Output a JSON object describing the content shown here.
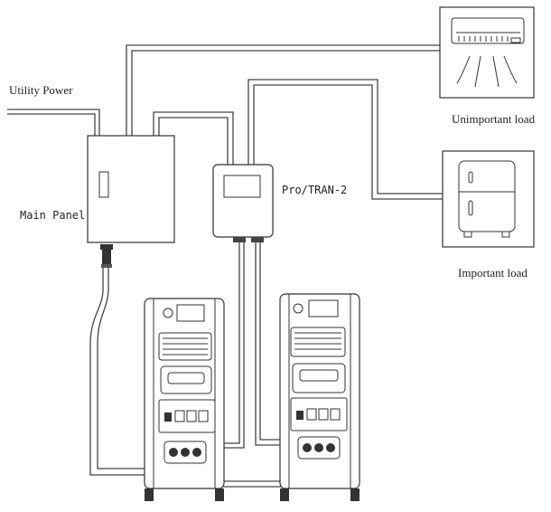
{
  "labels": {
    "utility_power": "Utility Power",
    "main_panel": "Main Panel",
    "transfer_switch": "Pro/TRAN-2",
    "unimportant_load": "Unimportant load",
    "important_load": "Important load"
  },
  "icons": {
    "air_conditioner": "air-conditioner-icon",
    "refrigerator": "refrigerator-icon",
    "power_station": "power-station-icon"
  }
}
